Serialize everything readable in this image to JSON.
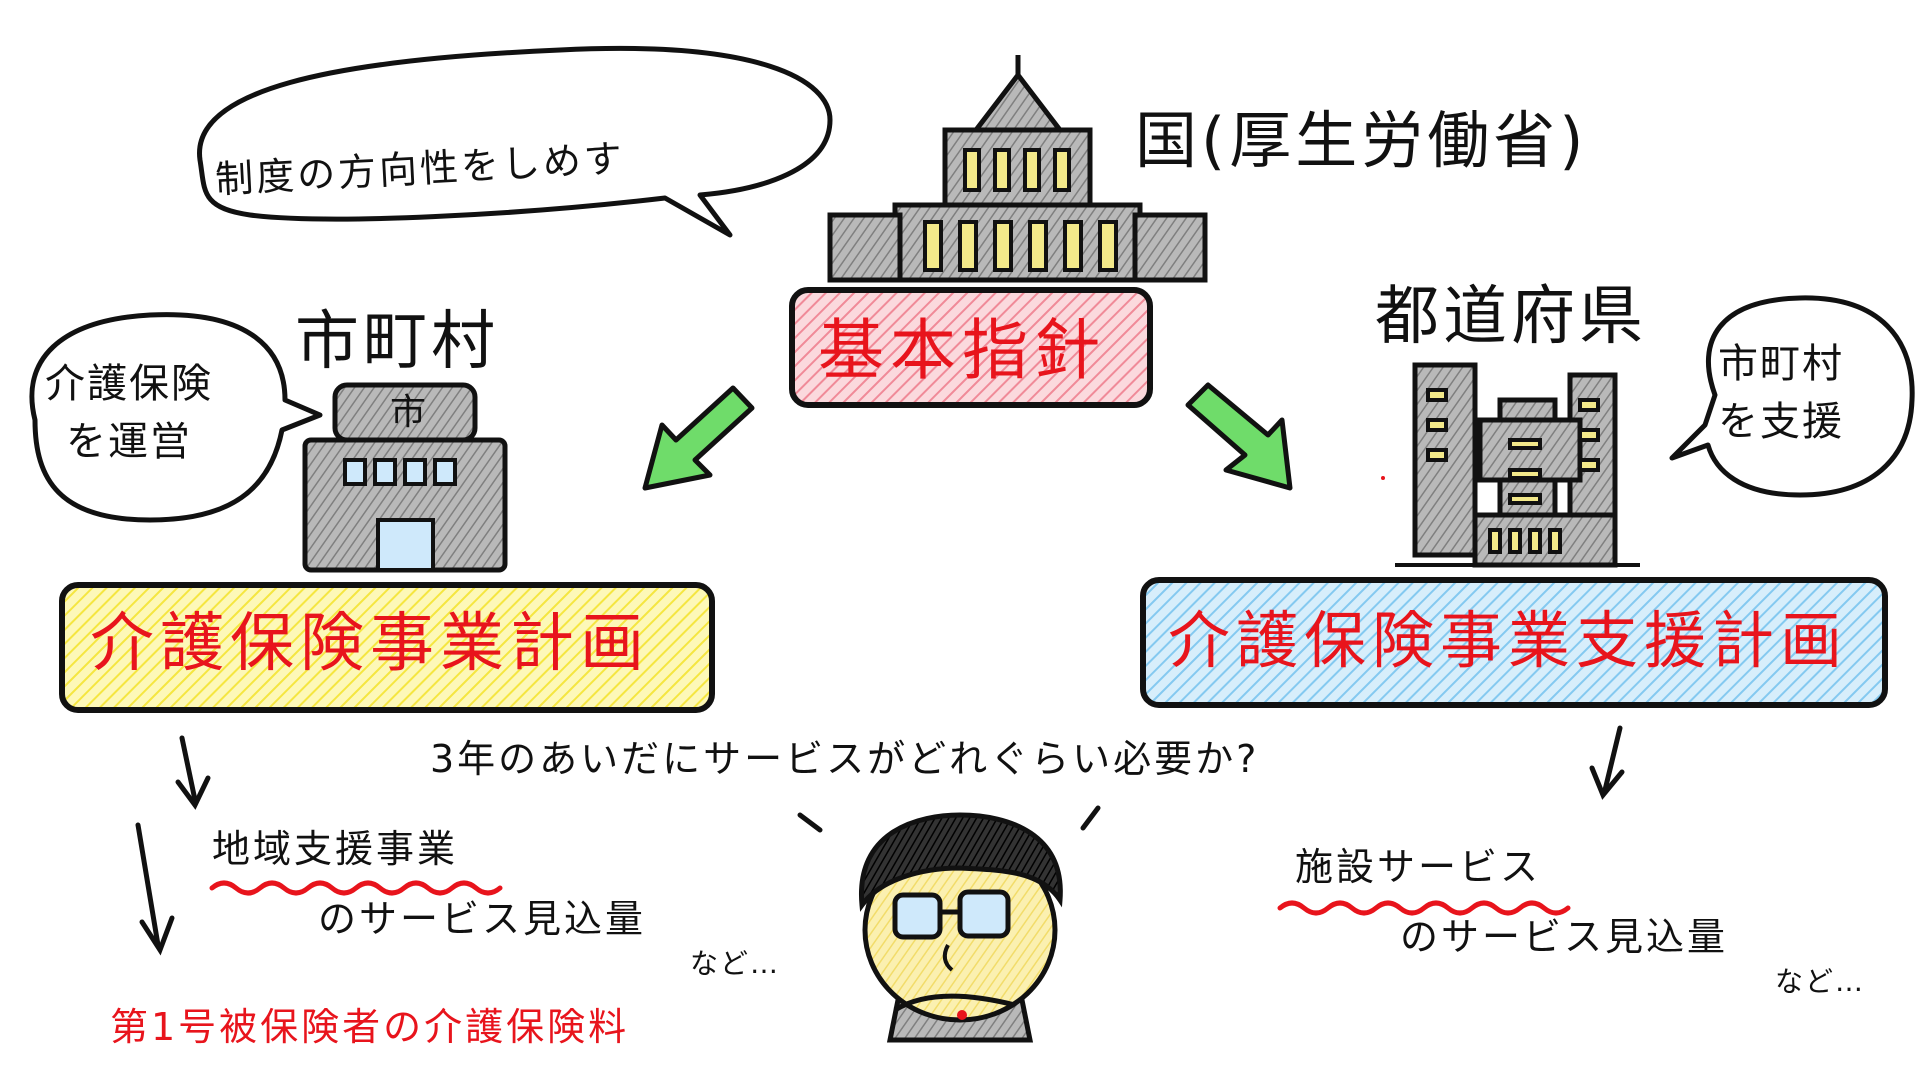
{
  "national": {
    "label": "国(厚生労働省)",
    "bubble": "制度の方向性をしめす",
    "plan": "基本指針"
  },
  "municipal": {
    "label": "市町村",
    "bubble": "介護保険\nを運営",
    "building_sign": "市",
    "plan": "介護保険事業計画",
    "service": "地域支援事業",
    "service_suffix": "のサービス見込量",
    "etc": "など…",
    "premium": "第1号被保険者の介護保険料"
  },
  "prefecture": {
    "label": "都道府県",
    "bubble": "市町村\nを支援",
    "plan": "介護保険事業支援計画",
    "service": "施設サービス",
    "service_suffix": "のサービス見込量",
    "etc": "など…"
  },
  "question": "3年のあいだにサービスがどれぐらい必要か?",
  "colors": {
    "red_text": "#e8141c",
    "pink_box": "#f6b7bf",
    "yellow_box": "#fbf27a",
    "blue_box": "#a8d9f5",
    "arrow_green": "#6fdc6a",
    "building_gray": "#9a9a9a",
    "window_yellow": "#f3e98a",
    "window_blue": "#cfe9fb"
  }
}
